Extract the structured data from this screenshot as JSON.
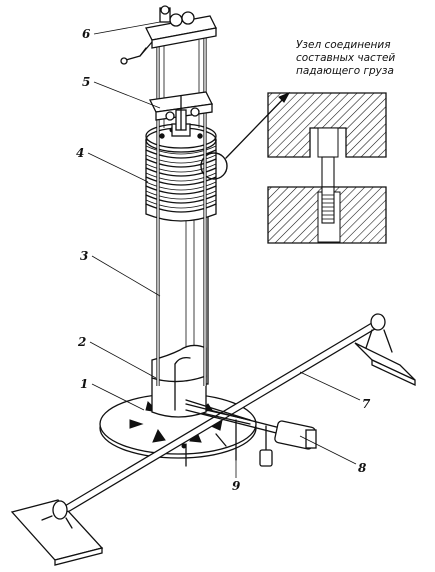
{
  "callout": {
    "line1": "Узел соединения",
    "line2": "составных частей",
    "line3": "падающего груза"
  },
  "labels": {
    "l1": "1",
    "l2": "2",
    "l3": "3",
    "l4": "4",
    "l5": "5",
    "l6": "6",
    "l7": "7",
    "l8": "8",
    "l9": "9"
  }
}
